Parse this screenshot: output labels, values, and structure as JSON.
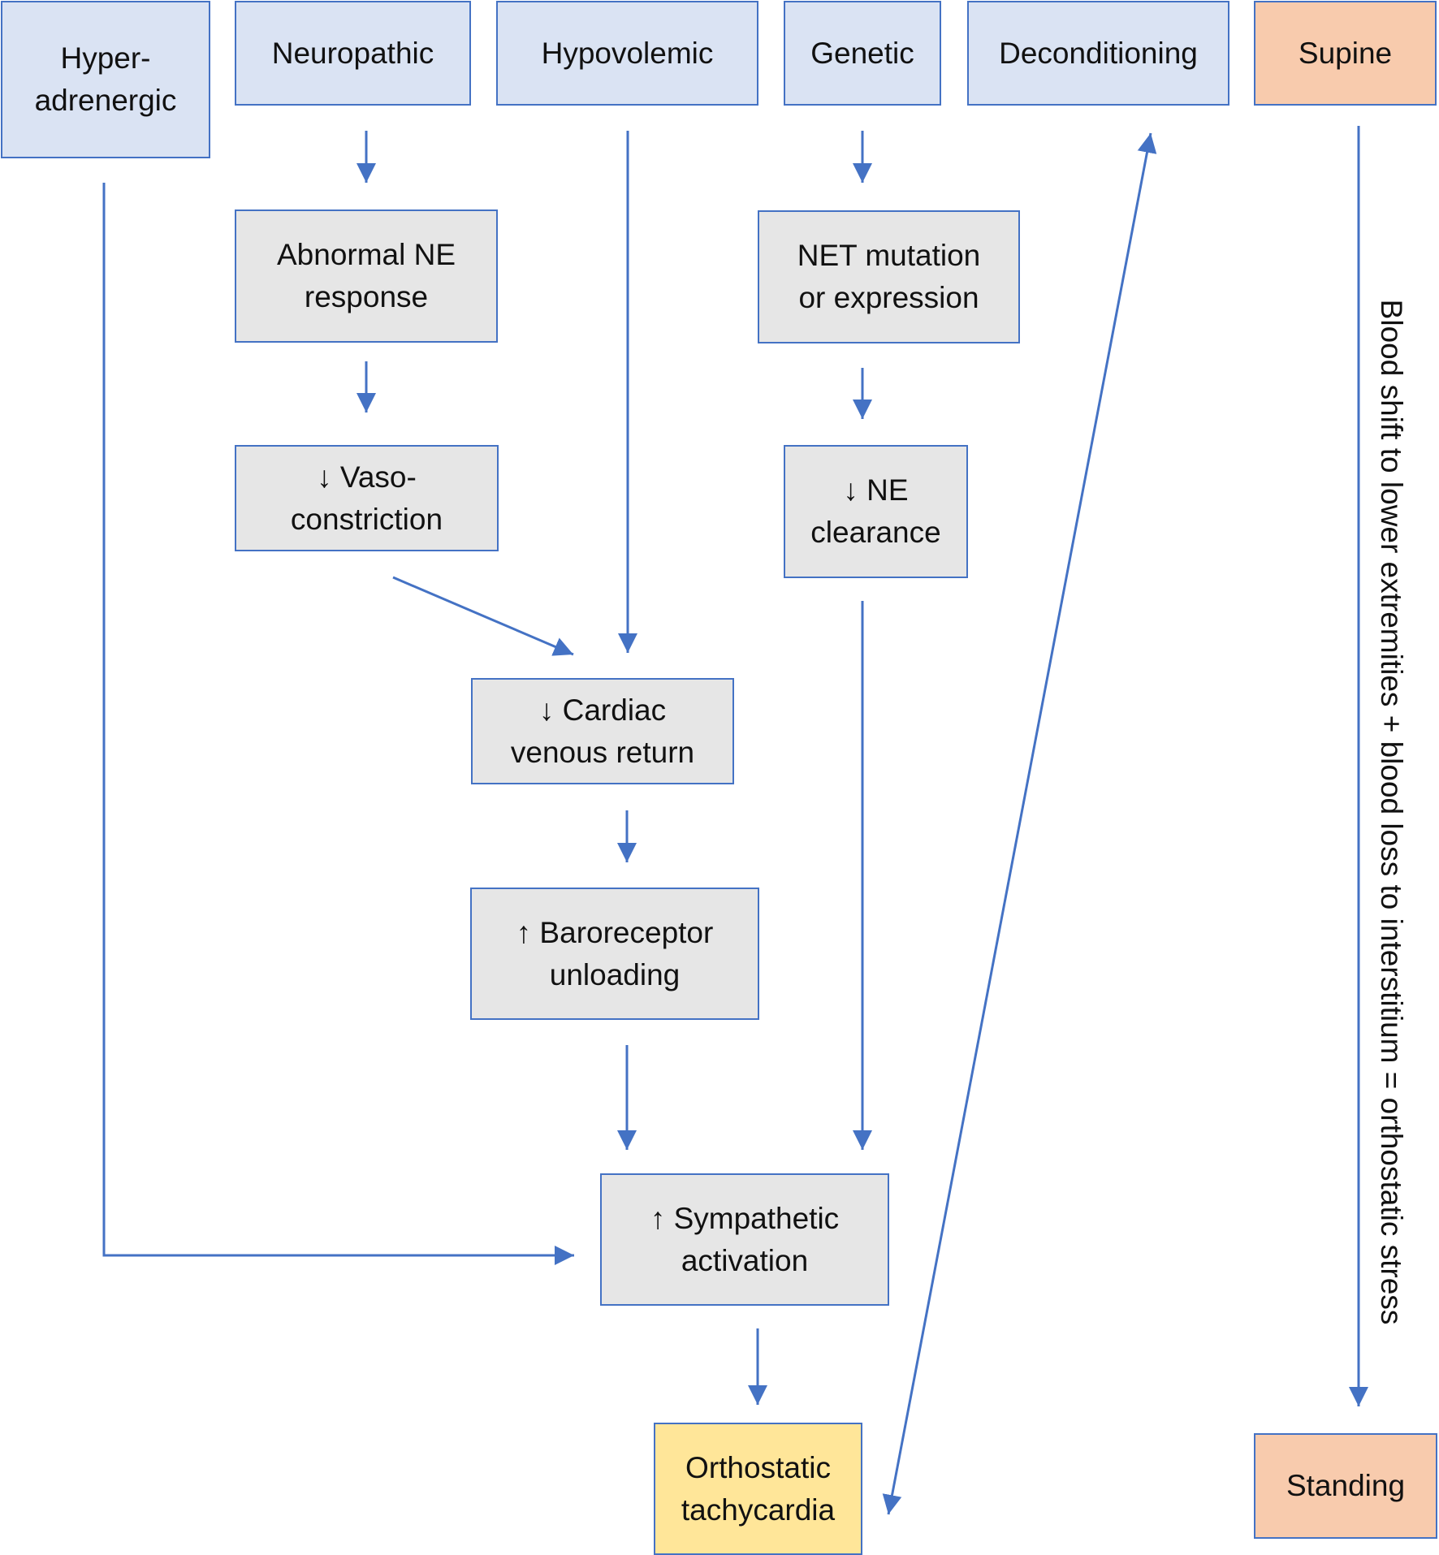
{
  "categories": {
    "hyperadrenergic": "Hyper-\nadrenergic",
    "neuropathic": "Neuropathic",
    "hypovolemic": "Hypovolemic",
    "genetic": "Genetic",
    "deconditioning": "Deconditioning"
  },
  "posture": {
    "supine": "Supine",
    "standing": "Standing"
  },
  "mechanisms": {
    "abnormal_ne": "Abnormal NE\nresponse",
    "vasoconstriction": "↓ Vaso-\nconstriction",
    "net_mutation": "NET mutation\nor expression",
    "ne_clearance": "↓ NE\nclearance",
    "cardiac_return": "↓ Cardiac\nvenous return",
    "baroreceptor": "↑ Baroreceptor\nunloading",
    "sympathetic": "↑ Sympathetic\nactivation"
  },
  "outcome": "Orthostatic\ntachycardia",
  "stress_label": "Blood shift to lower extremities + blood loss to interstitium = orthostatic stress",
  "colors": {
    "category_fill": "#DAE3F3",
    "mechanism_fill": "#E6E6E6",
    "posture_fill": "#F8CBAD",
    "outcome_fill": "#FFE699",
    "border_and_arrows": "#4472C4"
  }
}
